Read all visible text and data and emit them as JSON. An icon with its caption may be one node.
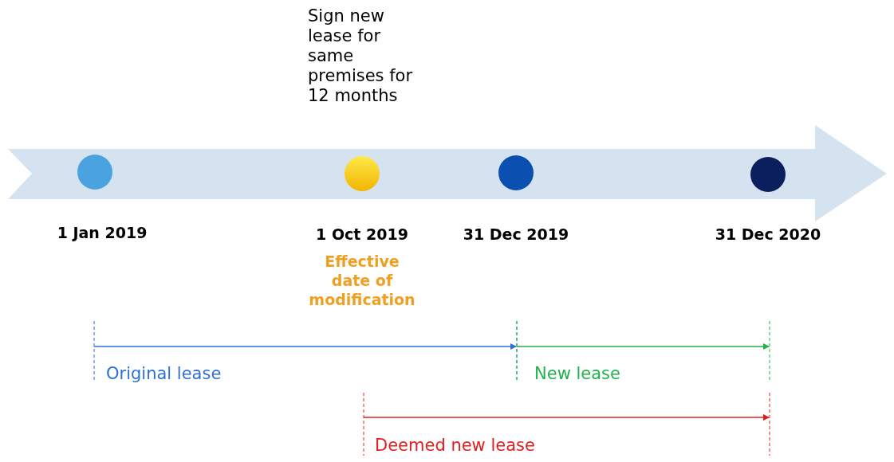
{
  "diagram": {
    "nodes": [
      {
        "text": [],
        "shape": "arrow"
      },
      {
        "text": [],
        "shape": "circle",
        "in": 0,
        "beside": [
          "1 Jan 2019"
        ]
      },
      {
        "text": [],
        "shape": "circle",
        "in": 0,
        "beside": [
          "1 Oct 2019",
          "Effective date of modification"
        ]
      },
      {
        "text": [],
        "shape": "circle",
        "in": 0,
        "beside": [
          "31 Dec 2019"
        ]
      },
      {
        "text": [],
        "shape": "circle",
        "in": 0,
        "beside": [
          "31 Dec 2020"
        ]
      }
    ],
    "edges": [],
    "labels": [
      "Sign new lease for same premises for 12 months",
      "Original lease",
      "New lease",
      "Deemed new lease"
    ]
  }
}
